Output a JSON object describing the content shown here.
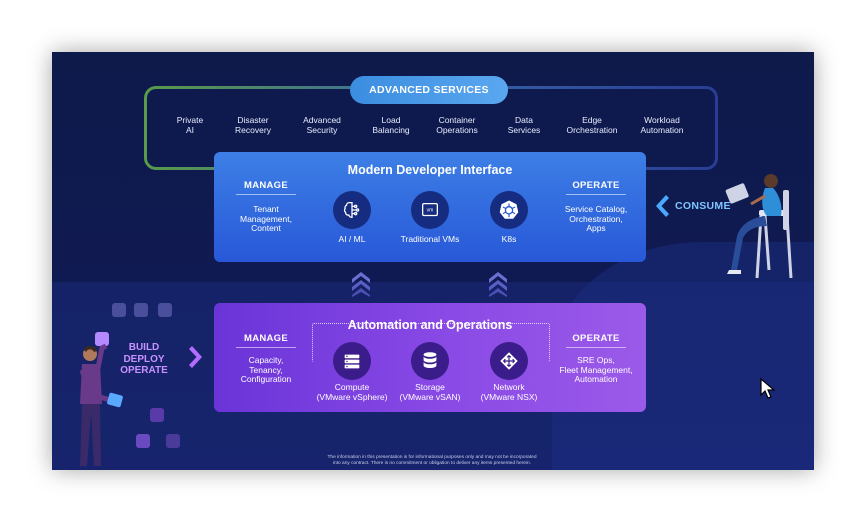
{
  "advanced_services": {
    "title": "ADVANCED SERVICES",
    "items": [
      "Private\nAI",
      "Disaster\nRecovery",
      "Advanced\nSecurity",
      "Load\nBalancing",
      "Container\nOperations",
      "Data\nServices",
      "Edge\nOrchestration",
      "Workload\nAutomation"
    ]
  },
  "developer_interface": {
    "title": "Modern Developer Interface",
    "manage_heading": "MANAGE",
    "manage_text": "Tenant\nManagement,\nContent",
    "operate_heading": "OPERATE",
    "operate_text": "Service Catalog,\nOrchestration,\nApps",
    "icons": [
      {
        "label": "AI / ML",
        "icon": "brain-circuit-icon"
      },
      {
        "label": "Traditional VMs",
        "icon": "vm-icon",
        "glyph": "vm"
      },
      {
        "label": "K8s",
        "icon": "kubernetes-icon"
      }
    ]
  },
  "automation": {
    "title": "Automation and Operations",
    "manage_heading": "MANAGE",
    "manage_text": "Capacity,\nTenancy,\nConfiguration",
    "operate_heading": "OPERATE",
    "operate_text": "SRE Ops,\nFleet Management,\nAutomation",
    "icons": [
      {
        "label": "Compute\n(VMware vSphere)",
        "icon": "server-icon"
      },
      {
        "label": "Storage\n(VMware vSAN)",
        "icon": "database-icon"
      },
      {
        "label": "Network\n(VMware NSX)",
        "icon": "network-icon"
      }
    ]
  },
  "consume_label": "CONSUME",
  "build_label": "BUILD\nDEPLOY\nOPERATE",
  "disclaimer": "The information in this presentation is for informational purposes only and may not be incorporated\ninto any contract. There is no commitment or obligation to deliver any items presented herein.",
  "colors": {
    "background": "#101a52",
    "blue_panel": "#2f68de",
    "purple_panel": "#7a3ee0",
    "consume": "#7fc6ff",
    "build": "#c792ff"
  }
}
